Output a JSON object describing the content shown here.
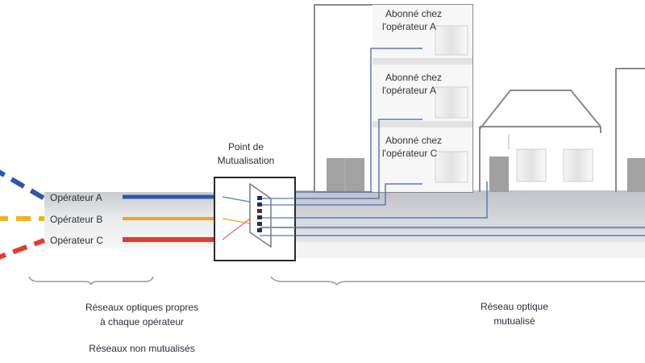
{
  "diagram": {
    "title": "Architecture réseau fibre optique mutualisé",
    "operators": [
      {
        "label": "Opérateur A",
        "color": "#2f55b0"
      },
      {
        "label": "Opérateur B",
        "color": "#f2a21c"
      },
      {
        "label": "Opérateur C",
        "color": "#e63a2e"
      }
    ],
    "pm": {
      "line1": "Point de",
      "line2": "Mutualisation"
    },
    "subscribers": [
      {
        "line1": "Abonné chez",
        "line2": "l'opérateur A"
      },
      {
        "line1": "Abonné chez",
        "line2": "l'opérateur A"
      },
      {
        "line1": "Abonné chez",
        "line2": "l'opérateur C"
      }
    ],
    "captions": {
      "left_line1": "Réseaux optiques propres",
      "left_line2": "à chaque opérateur",
      "left_line3": "Réseaux non mutualisés",
      "right_line1": "Réseau optique",
      "right_line2": "mutualisé"
    },
    "colors": {
      "fiber_shared": "#5a7ab8",
      "ground": "#c4c7cc",
      "building_outline": "#8a8a8a",
      "door": "#9c9c9c"
    }
  }
}
